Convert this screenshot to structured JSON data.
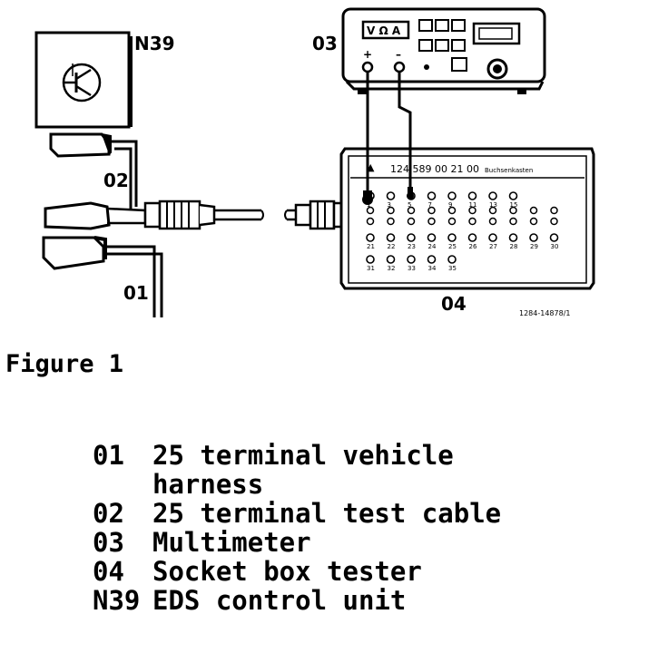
{
  "diagram": {
    "labels": {
      "n39": "N39",
      "l03": "03",
      "l02": "02",
      "l01": "01",
      "l04": "04"
    },
    "multimeter_display": "V Ω A",
    "socket_box": {
      "part_number": "124 589 00 21 00",
      "name": "Buchsenkasten",
      "sockets_row_a": [
        "1",
        "3",
        "5",
        "7",
        "9",
        "11",
        "13",
        "15"
      ],
      "sockets_row_b": [
        "21",
        "22",
        "23",
        "24",
        "25",
        "26",
        "27",
        "28",
        "29",
        "30"
      ],
      "sockets_row_c": [
        "31",
        "32",
        "33",
        "34",
        "35"
      ]
    },
    "reference": "1284-14878/1"
  },
  "caption": "Figure 1",
  "legend": [
    {
      "code": "01",
      "lines": [
        "25 terminal vehicle",
        "harness"
      ]
    },
    {
      "code": "02",
      "lines": [
        "25 terminal test cable"
      ]
    },
    {
      "code": "03",
      "lines": [
        "Multimeter"
      ]
    },
    {
      "code": "04",
      "lines": [
        "Socket box tester"
      ]
    },
    {
      "code": "N39",
      "lines": [
        "EDS control unit"
      ]
    }
  ]
}
